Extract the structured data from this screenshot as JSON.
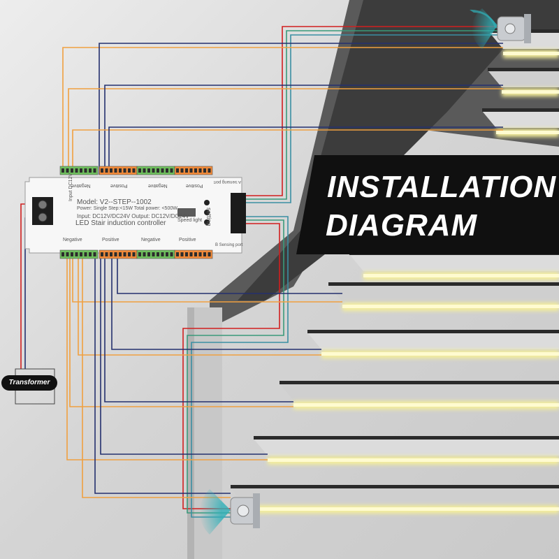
{
  "title": {
    "line1": "INSTALLATION",
    "line2": "DIAGRAM"
  },
  "transformer_label": "Transformer",
  "controller": {
    "model": "Model: V2--STEP--1002",
    "power": "Power: Single Step:<15W Total power: <500W",
    "io": "Input: DC12V/DC24V  Output: DC12V/DC24V",
    "name": "LED Stair induction controller",
    "speed_light": "Speed light",
    "setting": "setting",
    "sensing_a": "A Sensing port",
    "sensing_b": "B Sensing port",
    "input_label": "Input DC12V",
    "negative": "Negative",
    "positive": "Positive"
  },
  "colors": {
    "wire_red": "#d11f1f",
    "wire_green": "#3a9a7a",
    "wire_teal": "#3a8fa3",
    "wire_orange": "#f0a040",
    "wire_navy": "#24306e",
    "led_light": "#f4ee9a",
    "terminal_green": "#6fbf5e",
    "terminal_orange": "#f08a3a",
    "sensor_wave": "#2fb0b8"
  }
}
